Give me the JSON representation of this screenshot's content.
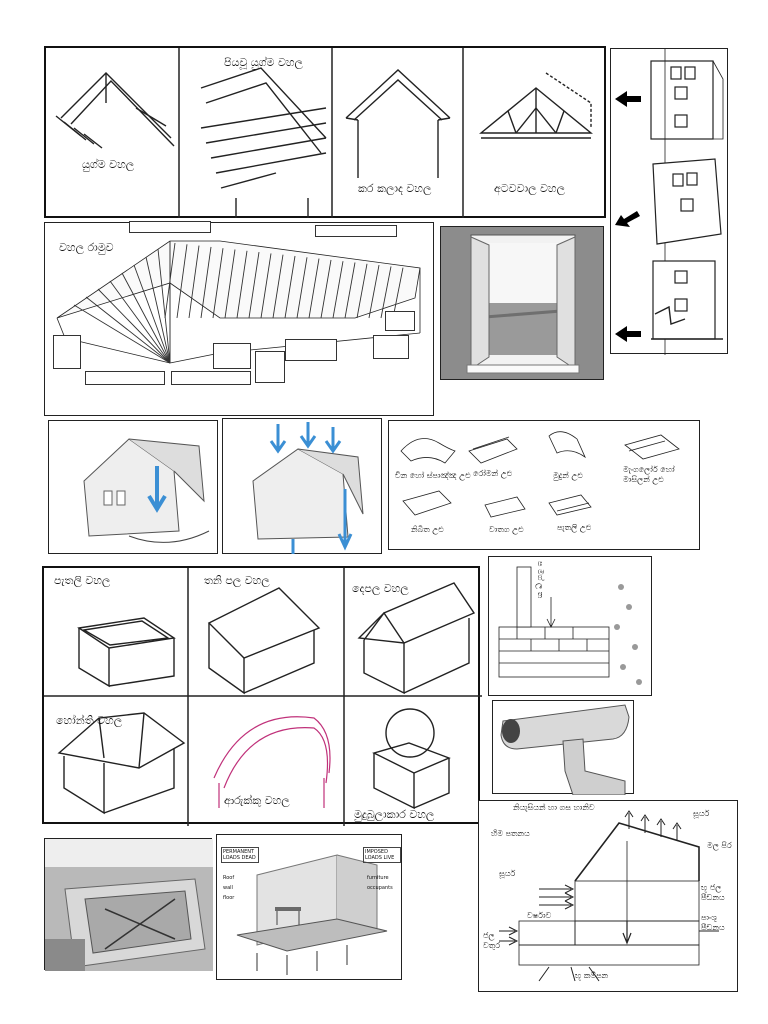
{
  "roof_frames": {
    "couple_roof": "යුග්ම වහල",
    "purlin_couple_roof": "පියවූ යුග්ම වහල",
    "collar_roof": "කර කලාද වහල",
    "truss_roof": "අටවවාල වහල"
  },
  "roof_structure": {
    "title": "වහල රාමුව"
  },
  "tiles": {
    "chinese": "චීන හෝ ස්පාඤ්ඤ උළු",
    "roman": "රෝමන් උළු",
    "ridge": "මුදුන් උළු",
    "mangalore": "මැංගලෝර් හෝ මාසිලන් උළු",
    "nibbed": "නිබිත උළු",
    "valley": "වාතග උළු",
    "flat": "පැතලි උළු"
  },
  "roof_types": {
    "flat": "පැතලි වහල",
    "mono_pitch": "තනි පල වහල",
    "gable": "දෙපල වහල",
    "hipped": "හෝන්ති වහල",
    "arched": "ආරුක්කු වහල",
    "dome": "මුදුබුලාකාර වහල"
  },
  "wall_section": {
    "label": "ප මග් ල ත"
  },
  "loads_diagram": {
    "permanent": "PERMANENT LOADS DEAD",
    "imposed": "IMPOSED LOADS LIVE",
    "roof": "Roof",
    "furniture": "furniture",
    "occupants": "occupants",
    "wall": "wall",
    "floor": "floor"
  },
  "house_section": {
    "top": "නියැසියන් හා ගස හානිව",
    "snow": "හිම පතනය",
    "sun_top": "සූර්ය",
    "sun_left": "සූර්ය",
    "moisture": "මල පිර",
    "dampness": "වර්ෂාව",
    "water": "ජල වතුර",
    "ground_left": "භූ ජල පීඩනය",
    "ground_right": "පාංශු පීඩනය",
    "earthquake": "භූ කම්පන"
  }
}
